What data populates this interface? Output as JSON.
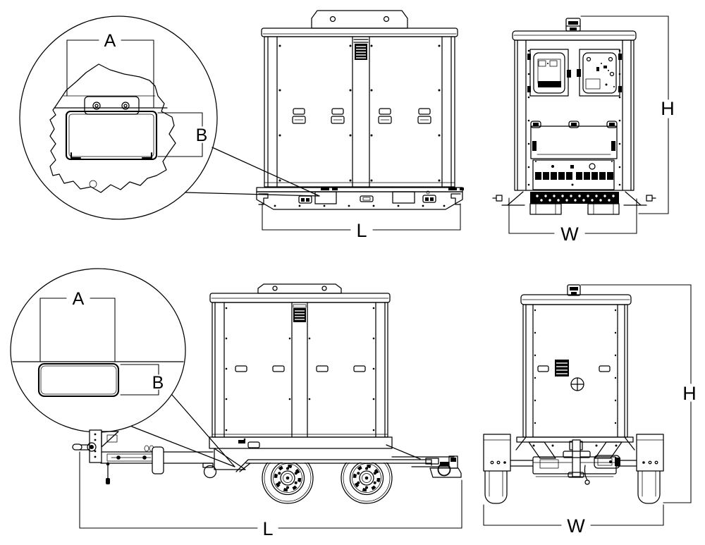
{
  "diagram": {
    "background": "#ffffff",
    "ink": "#000000",
    "skid_unit": {
      "detail": {
        "dim_a": "A",
        "dim_b": "B"
      },
      "side_view": {
        "dim_length": "L"
      },
      "rear_view": {
        "dim_height": "H",
        "dim_width": "W"
      }
    },
    "trailer_unit": {
      "detail": {
        "dim_a": "A",
        "dim_b": "B"
      },
      "side_view": {
        "dim_length": "L"
      },
      "rear_view": {
        "dim_height": "H",
        "dim_width": "W"
      }
    }
  }
}
